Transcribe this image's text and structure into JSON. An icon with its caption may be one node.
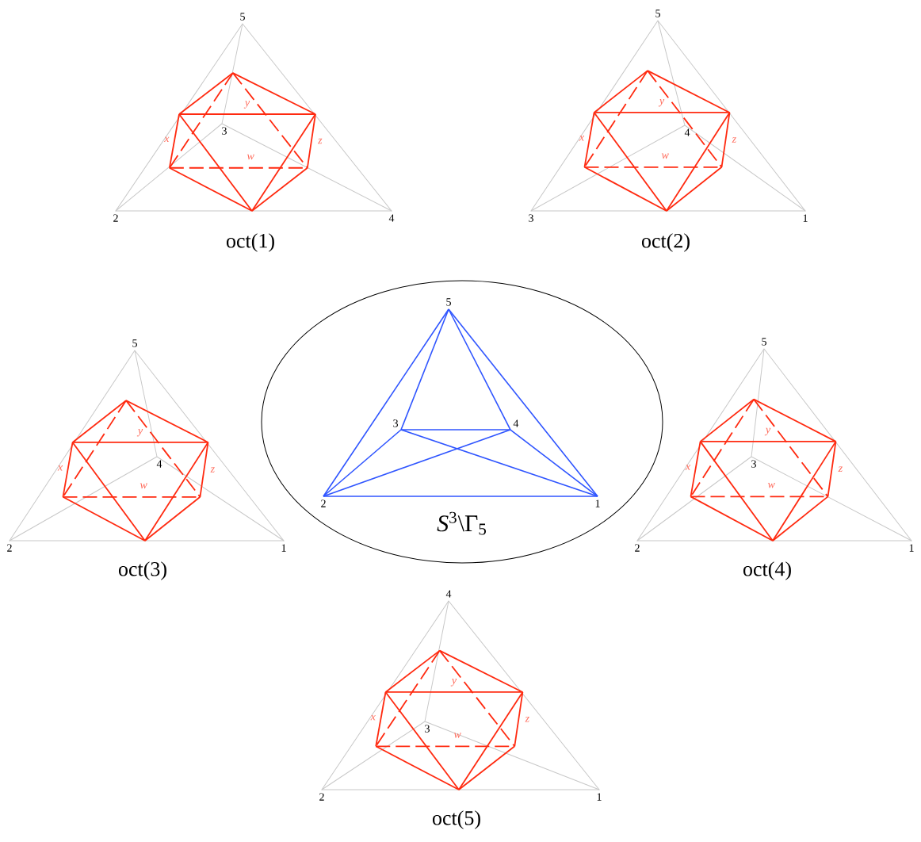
{
  "diagram": {
    "nodes": [
      {
        "text": [
          "*S*$^{3}$\\Γ$_{5}$"
        ]
      }
    ],
    "labels": [
      "5",
      "3",
      "2",
      "4",
      "x",
      "y",
      "z",
      "w",
      "oct(1)",
      "5",
      "4",
      "3",
      "1",
      "x",
      "y",
      "z",
      "w",
      "oct(2)",
      "5",
      "4",
      "2",
      "1",
      "x",
      "y",
      "z",
      "w",
      "oct(3)",
      "5",
      "3",
      "4",
      "2",
      "1",
      "5",
      "3",
      "2",
      "1",
      "x",
      "y",
      "z",
      "w",
      "oct(4)",
      "4",
      "3",
      "2",
      "1",
      "x",
      "y",
      "z",
      "w",
      "oct(5)"
    ]
  }
}
